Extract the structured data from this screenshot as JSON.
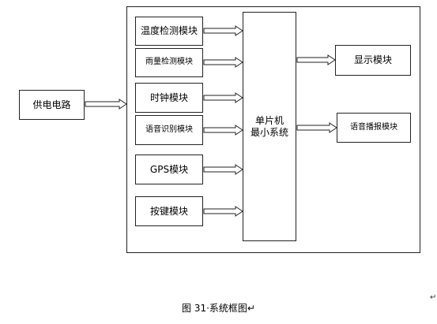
{
  "diagram": {
    "power": "供电电路",
    "mcu": [
      "单片机",
      "最小系统"
    ],
    "inputs": [
      "温度检测模块",
      "雨量检测模块",
      "时钟模块",
      "语音识别模块",
      "GPS模块",
      "按键模块"
    ],
    "outputs": [
      "显示模块",
      "语音播报模块"
    ]
  },
  "caption": "图 31·系统框图↵",
  "end_mark": "↵"
}
